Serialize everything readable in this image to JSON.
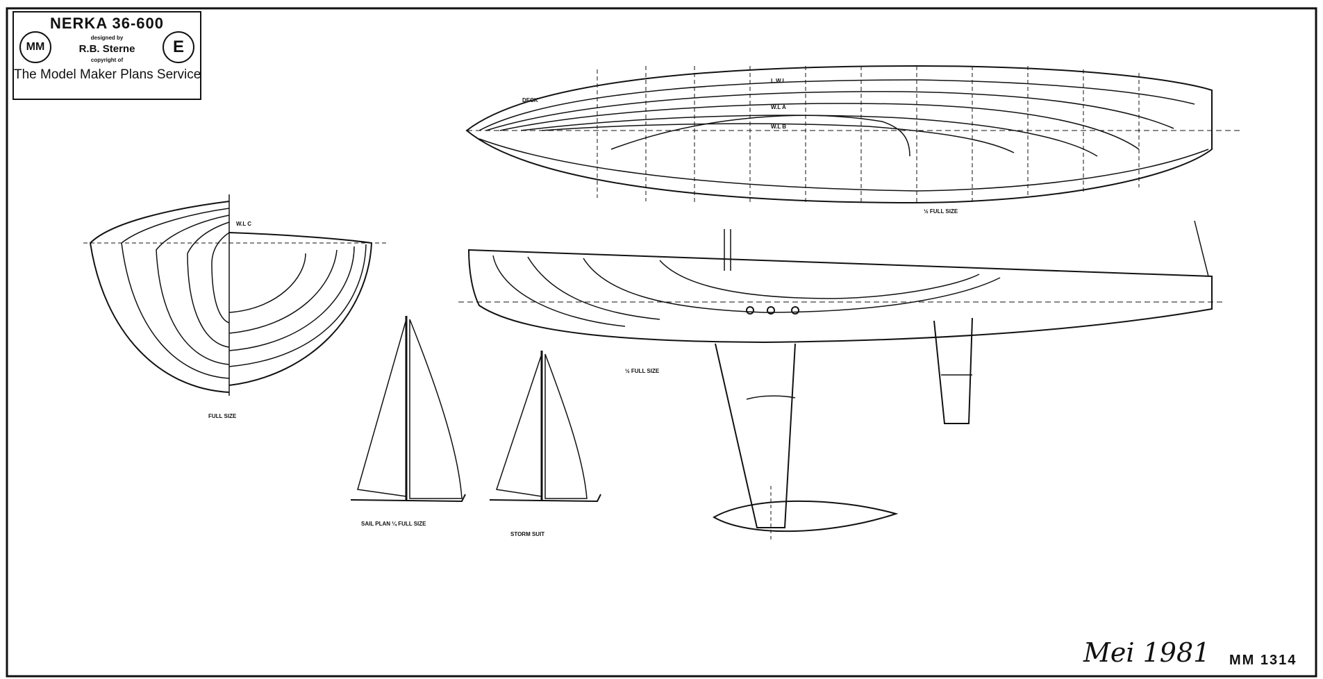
{
  "title_block": {
    "model_name": "NERKA 36-600",
    "designed_by_label": "designed by",
    "designer": "R.B. Sterne",
    "copyright_label": "copyright of",
    "publisher": "The Model Maker Plans Service",
    "logo_left": "MM",
    "logo_right": "E"
  },
  "labels": {
    "deck": "DECK",
    "lwl": "L.W.L",
    "wl_a": "W.L A",
    "wl_b": "W.L B",
    "wl_c": "W.L C",
    "plan_scale": "½ FULL SIZE",
    "profile_scale": "½ FULL SIZE",
    "sections_scale": "FULL SIZE",
    "sail_plan": "SAIL PLAN  ¼ FULL SIZE",
    "storm_suit": "STORM SUIT"
  },
  "footer": {
    "date": "Mei 1981",
    "drawing_number": "MM 1314"
  }
}
